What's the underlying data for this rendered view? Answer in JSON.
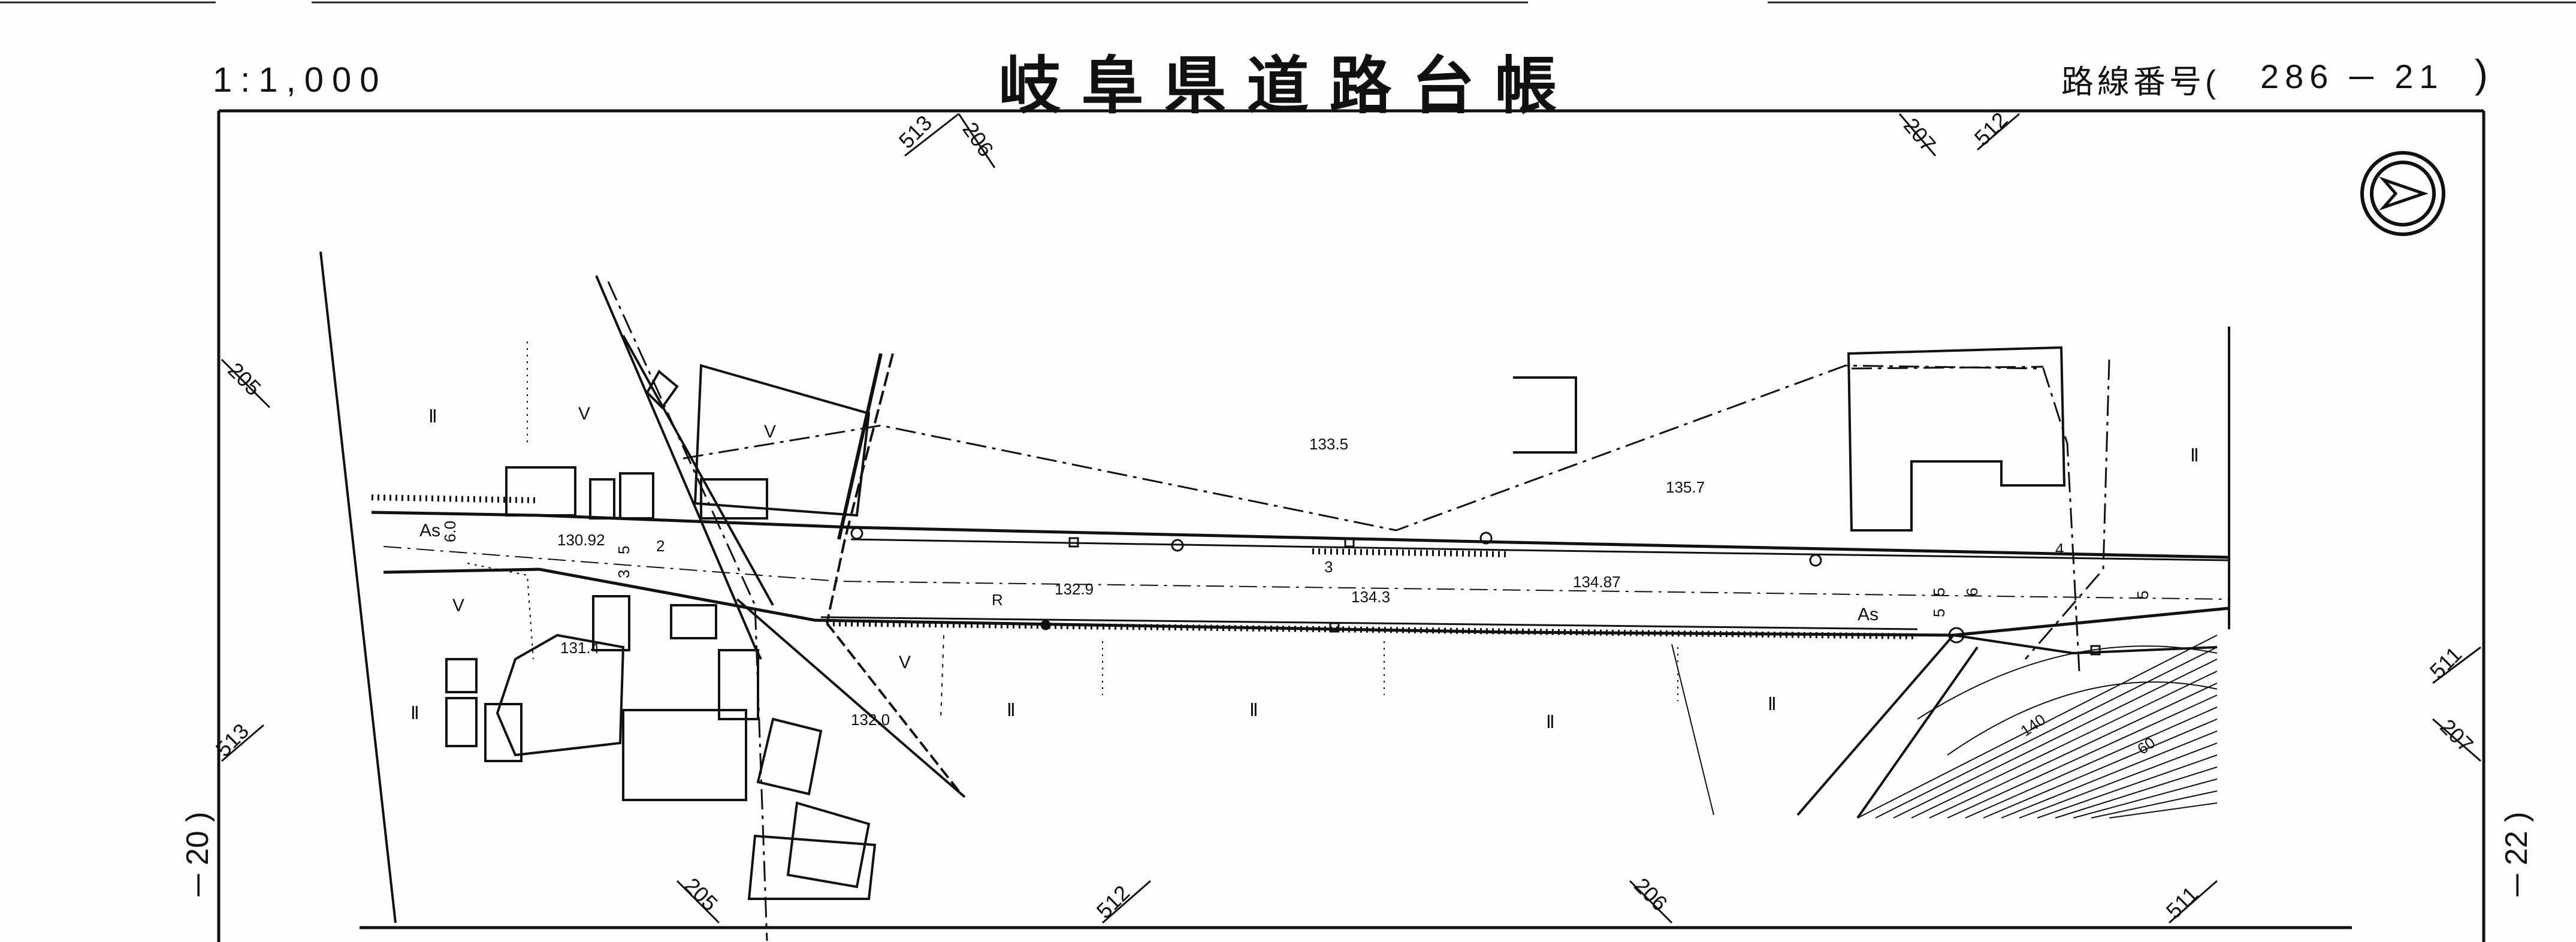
{
  "header": {
    "scale": "1:1,000",
    "title": "岐阜県道路台帳",
    "route_label": "路線番号(",
    "route_number": "286 ─ 21",
    "route_close": ")"
  },
  "side": {
    "left_sheet": "─ 20 )",
    "right_sheet": "─ 22 )"
  },
  "map_labels": {
    "elev_1": "133.5",
    "elev_2": "135.7",
    "elev_3": "130.92",
    "elev_4": "132.9",
    "elev_5": "134.3",
    "elev_6": "134.87",
    "elev_7": "131.4",
    "elev_8": "132.0",
    "pave_left": "As",
    "pave_right": "As",
    "r_mark": "R",
    "dim_1": "6.0",
    "dim_2": "5",
    "dim_3": "2",
    "dim_4": "3",
    "dim_5": "3",
    "dim_6": "5",
    "dim_7": "6",
    "dim_8": "5",
    "dim_9": "5",
    "dim_10": "4",
    "curve_140": "140",
    "curve_60": "60"
  },
  "grid_labels": {
    "g1": "513",
    "g2": "206",
    "g3": "207",
    "g4": "512",
    "g5": "205",
    "g6": "513",
    "g7": "205",
    "g8": "512",
    "g9": "206",
    "g10": "511",
    "g11": "511",
    "g12": "207"
  },
  "symbols": {
    "field_mark": "Ⅱ",
    "v_mark": "V",
    "north_arrow": "north-arrow-icon"
  }
}
